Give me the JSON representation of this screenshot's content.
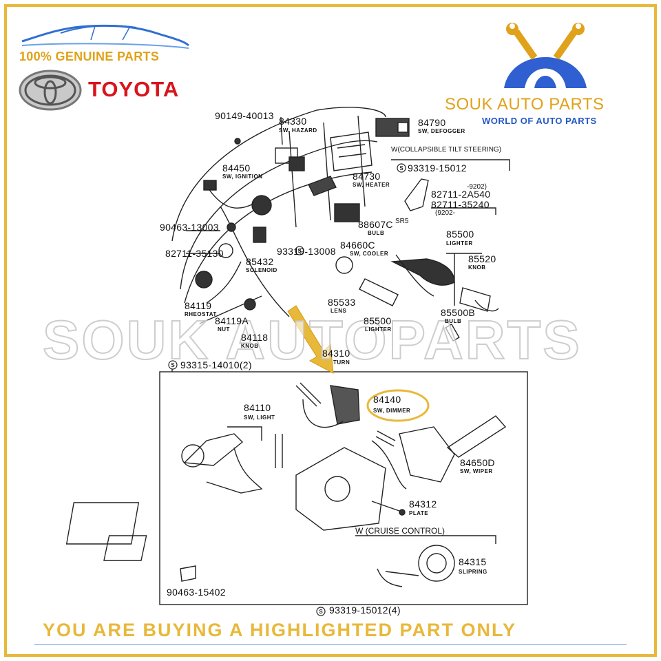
{
  "branding": {
    "genuine_text": "100% GENUINE PARTS",
    "toyota_text": "TOYOTA",
    "shop_name": "SOUK AUTO PARTS",
    "shop_tagline": "WORLD OF AUTO PARTS",
    "watermark": "SOUK AUTOPARTS",
    "footer_text": "YOU ARE BUYING A HIGHLIGHTED PART ONLY"
  },
  "colors": {
    "frame": "#e8b83a",
    "genuine": "#e0a21a",
    "toyota_red": "#d8141c",
    "shop_blue": "#2457c5",
    "highlight": "#e8b83a"
  },
  "parts": [
    {
      "id": "p1",
      "number": "90149-40013",
      "name": ""
    },
    {
      "id": "p2",
      "number": "84330",
      "name": "SW, HAZARD"
    },
    {
      "id": "p3",
      "number": "84790",
      "name": "SW, DEFOGGER"
    },
    {
      "id": "p4",
      "number": "84450",
      "name": "SW, IGNITION"
    },
    {
      "id": "p5",
      "number": "84730",
      "name": "SW, HEATER"
    },
    {
      "id": "p6",
      "number": "93319-15012",
      "name": ""
    },
    {
      "id": "p7",
      "number": "82711-2A540",
      "name": ""
    },
    {
      "id": "p8",
      "number": "82711-35240",
      "name": ""
    },
    {
      "id": "p9",
      "number": "90463-13003",
      "name": ""
    },
    {
      "id": "p10",
      "number": "88607C",
      "name": "BULB"
    },
    {
      "id": "p11",
      "number": "82711-35130",
      "name": ""
    },
    {
      "id": "p12",
      "number": "85432",
      "name": "SOLENOID"
    },
    {
      "id": "p13",
      "number": "93319-13008",
      "name": ""
    },
    {
      "id": "p14",
      "number": "84660C",
      "name": "SW, COOLER"
    },
    {
      "id": "p15",
      "number": "85500",
      "name": "LIGHTER"
    },
    {
      "id": "p16",
      "number": "85520",
      "name": "KNOB"
    },
    {
      "id": "p17",
      "number": "84119",
      "name": "RHEOSTAT"
    },
    {
      "id": "p18",
      "number": "85533",
      "name": "LENS"
    },
    {
      "id": "p19",
      "number": "84119A",
      "name": "NUT"
    },
    {
      "id": "p20",
      "number": "85500",
      "name": "LIGHTER"
    },
    {
      "id": "p21",
      "number": "85500B",
      "name": "BULB"
    },
    {
      "id": "p22",
      "number": "84118",
      "name": "KNOB"
    },
    {
      "id": "p23",
      "number": "84310",
      "name": "TURN"
    },
    {
      "id": "p24",
      "number": "93315-14010(2)",
      "name": ""
    },
    {
      "id": "p25",
      "number": "84110",
      "name": "SW, LIGHT"
    },
    {
      "id": "p26",
      "number": "84140",
      "name": "SW, DIMMER"
    },
    {
      "id": "p27",
      "number": "84650D",
      "name": "SW, WIPER"
    },
    {
      "id": "p28",
      "number": "84312",
      "name": "PLATE"
    },
    {
      "id": "p29",
      "number": "84315",
      "name": "SLIPRING"
    },
    {
      "id": "p30",
      "number": "90463-15402",
      "name": ""
    },
    {
      "id": "p31",
      "number": "93319-15012(4)",
      "name": ""
    }
  ],
  "notes": {
    "collapsible": "W(COLLAPSIBLE TILT STEERING)",
    "range1": "-9202)",
    "range2": "(9202-",
    "cruise": "W (CRUISE CONTROL)",
    "sr5": "SR5",
    "s_mark": "S"
  },
  "highlighted_part": "84140"
}
